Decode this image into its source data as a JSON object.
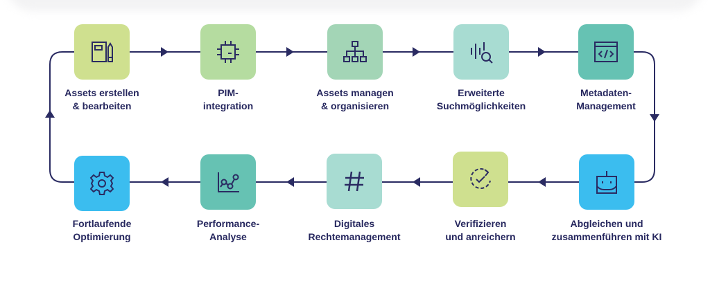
{
  "colors": {
    "line": "#2a2b62",
    "text": "#26275e",
    "lime": "#cfe08f",
    "lightgreen": "#b5dca0",
    "mint": "#a3d5b6",
    "aqua": "#a8dcd2",
    "teal": "#66c2b3",
    "blue": "#3bbdef"
  },
  "steps": [
    {
      "label_line1": "Assets erstellen",
      "label_line2": "& bearbeiten",
      "icon": "document-pencil-icon"
    },
    {
      "label_line1": "PIM-",
      "label_line2": "integration",
      "icon": "chip-icon"
    },
    {
      "label_line1": "Assets managen",
      "label_line2": "& organisieren",
      "icon": "hierarchy-icon"
    },
    {
      "label_line1": "Erweiterte",
      "label_line2": "Suchmöglichkeiten",
      "icon": "search-bars-icon"
    },
    {
      "label_line1": "Metadaten-",
      "label_line2": "Management",
      "icon": "code-window-icon"
    },
    {
      "label_line1": "Abgleichen und",
      "label_line2": "zusammenführen mit KI",
      "icon": "robot-icon"
    },
    {
      "label_line1": "Verifizieren",
      "label_line2": "und anreichern",
      "icon": "check-refresh-icon"
    },
    {
      "label_line1": "Digitales",
      "label_line2": "Rechtemanagement",
      "icon": "hashtag-icon"
    },
    {
      "label_line1": "Performance-",
      "label_line2": "Analyse",
      "icon": "chart-nodes-icon"
    },
    {
      "label_line1": "Fortlaufende",
      "label_line2": "Optimierung",
      "icon": "gear-icon"
    }
  ]
}
